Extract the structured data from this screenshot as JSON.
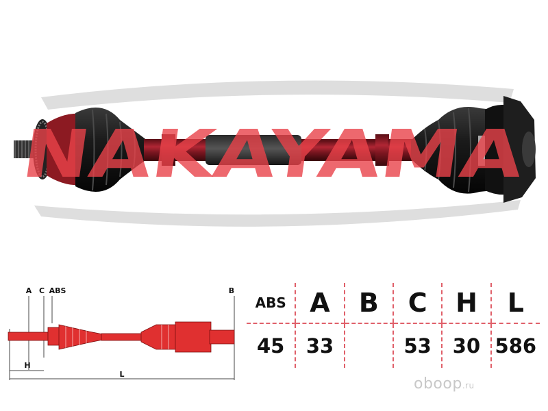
{
  "brand": {
    "logo_text": "NAKAYAMA",
    "logo_color": "#e8424a"
  },
  "schematic": {
    "labels": {
      "a": "A",
      "c": "C",
      "abs": "ABS",
      "b": "B",
      "h": "H",
      "l": "L"
    },
    "color": "#e03030"
  },
  "spec_table": {
    "headers": [
      "ABS",
      "A",
      "B",
      "C",
      "H",
      "L"
    ],
    "values": [
      "45",
      "33",
      "",
      "53",
      "30",
      "586"
    ]
  },
  "watermark": {
    "main": "oboop",
    "tld": ".ru"
  },
  "colors": {
    "shaft_red": "#8a1c24",
    "boot_dark": "#1b1b1b",
    "swoosh_gray": "#dcdcdc",
    "dash_line": "#e0606a"
  }
}
